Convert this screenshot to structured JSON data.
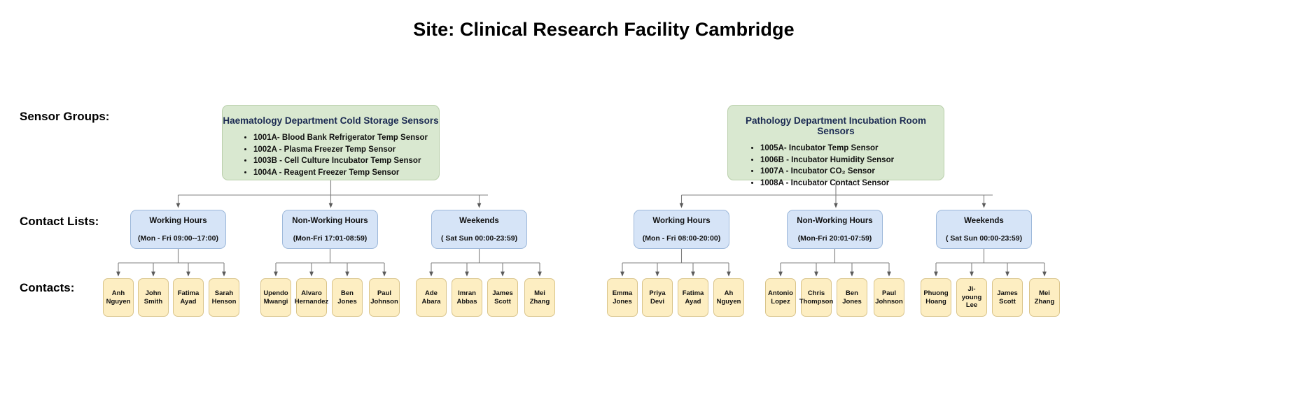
{
  "title": "Site: Clinical Research Facility Cambridge",
  "row_labels": {
    "sensor_groups": "Sensor Groups:",
    "contact_lists": "Contact Lists:",
    "contacts": "Contacts:"
  },
  "colors": {
    "sensor_group_fill": "#d9e8d0",
    "sensor_group_border": "#b9cfab",
    "sensor_group_title": "#1b2a52",
    "contact_list_fill": "#d6e4f7",
    "contact_list_border": "#9db8da",
    "contact_fill": "#fdeec2",
    "contact_border": "#d9c48a",
    "connector": "#808080",
    "text": "#111111",
    "background": "#ffffff"
  },
  "sensor_groups": [
    {
      "id": "haematology",
      "title": "Haematology Department Cold Storage Sensors",
      "sensors": [
        "1001A- Blood Bank Refrigerator Temp Sensor",
        "1002A - Plasma Freezer Temp Sensor",
        "1003B - Cell Culture Incubator Temp Sensor",
        "1004A - Reagent Freezer Temp Sensor"
      ]
    },
    {
      "id": "pathology",
      "title": "Pathology Department Incubation Room Sensors",
      "sensors": [
        "1005A- Incubator Temp Sensor",
        "1006B - Incubator Humidity Sensor",
        "1007A - Incubator CO₂ Sensor",
        "1008A - Incubator Contact Sensor"
      ]
    }
  ],
  "contact_lists": [
    {
      "id": "l0",
      "group": "haematology",
      "name": "Working Hours",
      "hours": "(Mon - Fri  09:00--17:00)",
      "contacts": [
        "Anh Nguyen",
        "John Smith",
        "Fatima Ayad",
        "Sarah Henson"
      ]
    },
    {
      "id": "l1",
      "group": "haematology",
      "name": "Non-Working Hours",
      "hours": "(Mon-Fri 17:01-08:59)",
      "contacts": [
        "Upendo Mwangi",
        "Alvaro Hernandez",
        "Ben Jones",
        "Paul Johnson"
      ]
    },
    {
      "id": "l2",
      "group": "haematology",
      "name": "Weekends",
      "hours": "( Sat Sun 00:00-23:59)",
      "contacts": [
        "Ade Abara",
        "Imran Abbas",
        "James Scott",
        "Mei Zhang"
      ]
    },
    {
      "id": "r0",
      "group": "pathology",
      "name": "Working Hours",
      "hours": "(Mon - Fri  08:00-20:00)",
      "contacts": [
        "Emma Jones",
        "Priya Devi",
        "Fatima Ayad",
        "Ah Nguyen"
      ]
    },
    {
      "id": "r1",
      "group": "pathology",
      "name": "Non-Working Hours",
      "hours": "(Mon-Fri 20:01-07:59)",
      "contacts": [
        "Antonio Lopez",
        "Chris Thompson",
        "Ben Jones",
        "Paul Johnson"
      ]
    },
    {
      "id": "r2",
      "group": "pathology",
      "name": "Weekends",
      "hours": "( Sat Sun 00:00-23:59)",
      "contacts": [
        "Phuong Hoang",
        "Ji-young Lee",
        "James Scott",
        "Mei Zhang"
      ]
    }
  ]
}
